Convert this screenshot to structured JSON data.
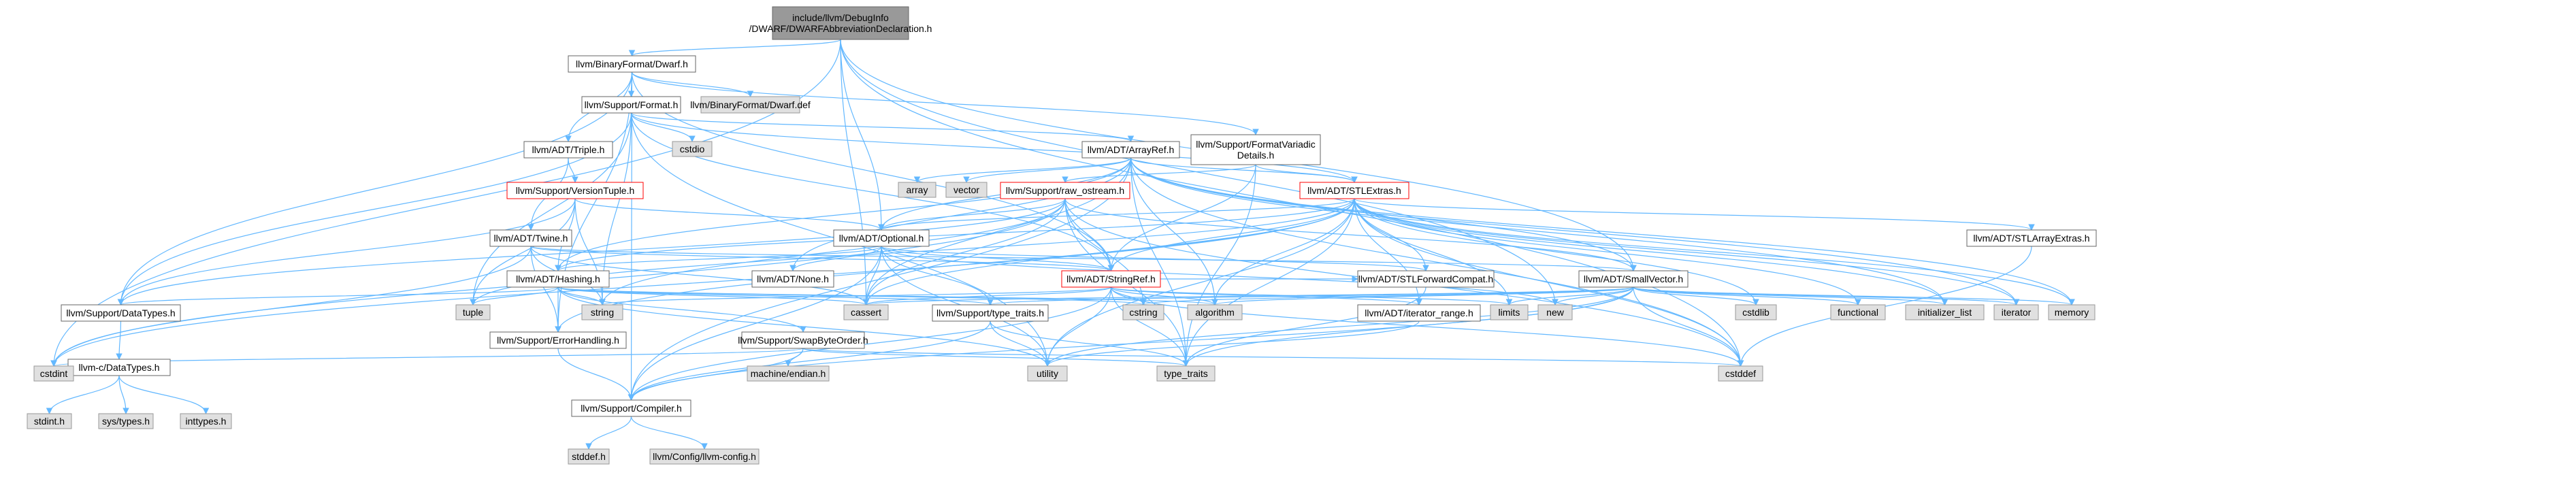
{
  "title": "include/llvm/DebugInfo/DWARF/DWARFAbbreviationDeclaration.h",
  "colors": {
    "root_fill": "#999999",
    "node_fill": "#ffffff",
    "node_border": "#666666",
    "highlight_border": "#ff0000",
    "external_fill": "#e0e0e0",
    "external_border": "#999999",
    "edge": "#63b8ff"
  },
  "nodes": [
    {
      "id": "root",
      "label": [
        "include/llvm/DebugInfo",
        "/DWARF/DWARFAbbreviationDeclaration.h"
      ],
      "kind": "root"
    },
    {
      "id": "dwarf",
      "label": [
        "llvm/BinaryFormat/Dwarf.h"
      ],
      "kind": "internal"
    },
    {
      "id": "format",
      "label": [
        "llvm/Support/Format.h"
      ],
      "kind": "internal"
    },
    {
      "id": "dwarfdef",
      "label": [
        "llvm/BinaryFormat/Dwarf.def"
      ],
      "kind": "external"
    },
    {
      "id": "cstdio",
      "label": [
        "cstdio"
      ],
      "kind": "external"
    },
    {
      "id": "triple",
      "label": [
        "llvm/ADT/Triple.h"
      ],
      "kind": "internal"
    },
    {
      "id": "arrayref",
      "label": [
        "llvm/ADT/ArrayRef.h"
      ],
      "kind": "internal"
    },
    {
      "id": "fmtvar",
      "label": [
        "llvm/Support/FormatVariadic",
        "Details.h"
      ],
      "kind": "internal"
    },
    {
      "id": "array",
      "label": [
        "array"
      ],
      "kind": "external"
    },
    {
      "id": "vector",
      "label": [
        "vector"
      ],
      "kind": "external"
    },
    {
      "id": "versiontuple",
      "label": [
        "llvm/Support/VersionTuple.h"
      ],
      "kind": "highlight"
    },
    {
      "id": "rawostream",
      "label": [
        "llvm/Support/raw_ostream.h"
      ],
      "kind": "highlight"
    },
    {
      "id": "stlextras",
      "label": [
        "llvm/ADT/STLExtras.h"
      ],
      "kind": "highlight"
    },
    {
      "id": "twine",
      "label": [
        "llvm/ADT/Twine.h"
      ],
      "kind": "internal"
    },
    {
      "id": "optional",
      "label": [
        "llvm/ADT/Optional.h"
      ],
      "kind": "internal"
    },
    {
      "id": "stlarrayextras",
      "label": [
        "llvm/ADT/STLArrayExtras.h"
      ],
      "kind": "internal"
    },
    {
      "id": "hashing",
      "label": [
        "llvm/ADT/Hashing.h"
      ],
      "kind": "internal"
    },
    {
      "id": "none",
      "label": [
        "llvm/ADT/None.h"
      ],
      "kind": "internal"
    },
    {
      "id": "stringref",
      "label": [
        "llvm/ADT/StringRef.h"
      ],
      "kind": "highlight"
    },
    {
      "id": "stlfwd",
      "label": [
        "llvm/ADT/STLForwardCompat.h"
      ],
      "kind": "internal"
    },
    {
      "id": "smallvector",
      "label": [
        "llvm/ADT/SmallVector.h"
      ],
      "kind": "internal"
    },
    {
      "id": "datatypes",
      "label": [
        "llvm/Support/DataTypes.h"
      ],
      "kind": "internal"
    },
    {
      "id": "tuple",
      "label": [
        "tuple"
      ],
      "kind": "external"
    },
    {
      "id": "errorhandling",
      "label": [
        "llvm/Support/ErrorHandling.h"
      ],
      "kind": "internal"
    },
    {
      "id": "string",
      "label": [
        "string"
      ],
      "kind": "external"
    },
    {
      "id": "swapbyte",
      "label": [
        "llvm/Support/SwapByteOrder.h"
      ],
      "kind": "internal"
    },
    {
      "id": "cassert",
      "label": [
        "cassert"
      ],
      "kind": "external"
    },
    {
      "id": "typetraitsllvm",
      "label": [
        "llvm/Support/type_traits.h"
      ],
      "kind": "internal"
    },
    {
      "id": "cstring",
      "label": [
        "cstring"
      ],
      "kind": "external"
    },
    {
      "id": "algorithm",
      "label": [
        "algorithm"
      ],
      "kind": "external"
    },
    {
      "id": "iterrange",
      "label": [
        "llvm/ADT/iterator_range.h"
      ],
      "kind": "internal"
    },
    {
      "id": "limits",
      "label": [
        "limits"
      ],
      "kind": "external"
    },
    {
      "id": "new",
      "label": [
        "new"
      ],
      "kind": "external"
    },
    {
      "id": "cstdlib",
      "label": [
        "cstdlib"
      ],
      "kind": "external"
    },
    {
      "id": "functional",
      "label": [
        "functional"
      ],
      "kind": "external"
    },
    {
      "id": "initlist",
      "label": [
        "initializer_list"
      ],
      "kind": "external"
    },
    {
      "id": "iterator",
      "label": [
        "iterator"
      ],
      "kind": "external"
    },
    {
      "id": "memory",
      "label": [
        "memory"
      ],
      "kind": "external"
    },
    {
      "id": "cdatatypes",
      "label": [
        "llvm-c/DataTypes.h"
      ],
      "kind": "internal"
    },
    {
      "id": "cstdint",
      "label": [
        "cstdint"
      ],
      "kind": "external"
    },
    {
      "id": "compiler",
      "label": [
        "llvm/Support/Compiler.h"
      ],
      "kind": "internal"
    },
    {
      "id": "machendian",
      "label": [
        "machine/endian.h"
      ],
      "kind": "external"
    },
    {
      "id": "utility",
      "label": [
        "utility"
      ],
      "kind": "external"
    },
    {
      "id": "typetraits",
      "label": [
        "type_traits"
      ],
      "kind": "external"
    },
    {
      "id": "cstddef",
      "label": [
        "cstddef"
      ],
      "kind": "external"
    },
    {
      "id": "stdinth",
      "label": [
        "stdint.h"
      ],
      "kind": "external"
    },
    {
      "id": "systypes",
      "label": [
        "sys/types.h"
      ],
      "kind": "external"
    },
    {
      "id": "inttypes",
      "label": [
        "inttypes.h"
      ],
      "kind": "external"
    },
    {
      "id": "stddef",
      "label": [
        "stddef.h"
      ],
      "kind": "external"
    },
    {
      "id": "llvmconfig",
      "label": [
        "llvm/Config/llvm-config.h"
      ],
      "kind": "external"
    }
  ],
  "edges": [
    [
      "root",
      "dwarf"
    ],
    [
      "root",
      "optional"
    ],
    [
      "root",
      "smallvector"
    ],
    [
      "root",
      "cassert"
    ],
    [
      "root",
      "cstddef"
    ],
    [
      "root",
      "cstdint"
    ],
    [
      "root",
      "new"
    ],
    [
      "dwarf",
      "format"
    ],
    [
      "dwarf",
      "dwarfdef"
    ],
    [
      "dwarf",
      "triple"
    ],
    [
      "dwarf",
      "fmtvar"
    ],
    [
      "dwarf",
      "datatypes"
    ],
    [
      "dwarf",
      "compiler"
    ],
    [
      "dwarf",
      "errorhandling"
    ],
    [
      "dwarf",
      "stringref"
    ],
    [
      "format",
      "cstdio"
    ],
    [
      "format",
      "arrayref"
    ],
    [
      "format",
      "stlextras"
    ],
    [
      "format",
      "stringref"
    ],
    [
      "format",
      "datatypes"
    ],
    [
      "format",
      "tuple"
    ],
    [
      "format",
      "utility"
    ],
    [
      "format",
      "string"
    ],
    [
      "triple",
      "versiontuple"
    ],
    [
      "triple",
      "twine"
    ],
    [
      "arrayref",
      "array"
    ],
    [
      "arrayref",
      "vector"
    ],
    [
      "arrayref",
      "hashing"
    ],
    [
      "arrayref",
      "none"
    ],
    [
      "arrayref",
      "smallvector"
    ],
    [
      "arrayref",
      "stlextras"
    ],
    [
      "arrayref",
      "compiler"
    ],
    [
      "arrayref",
      "algorithm"
    ],
    [
      "arrayref",
      "cassert"
    ],
    [
      "arrayref",
      "cstddef"
    ],
    [
      "arrayref",
      "initlist"
    ],
    [
      "arrayref",
      "iterator"
    ],
    [
      "arrayref",
      "memory"
    ],
    [
      "arrayref",
      "typetraits"
    ],
    [
      "arrayref",
      "optional"
    ],
    [
      "fmtvar",
      "stlextras"
    ],
    [
      "fmtvar",
      "stringref"
    ],
    [
      "fmtvar",
      "rawostream"
    ],
    [
      "fmtvar",
      "typetraits"
    ],
    [
      "versiontuple",
      "hashing"
    ],
    [
      "versiontuple",
      "optional"
    ],
    [
      "versiontuple",
      "datatypes"
    ],
    [
      "versiontuple",
      "tuple"
    ],
    [
      "versiontuple",
      "string"
    ],
    [
      "rawostream",
      "stringref"
    ],
    [
      "rawostream",
      "datatypes"
    ],
    [
      "rawostream",
      "cassert"
    ],
    [
      "rawostream",
      "cstddef"
    ],
    [
      "rawostream",
      "cstdint"
    ],
    [
      "rawostream",
      "cstring"
    ],
    [
      "rawostream",
      "string"
    ],
    [
      "rawostream",
      "typetraits"
    ],
    [
      "rawostream",
      "optional"
    ],
    [
      "rawostream",
      "smallvector"
    ],
    [
      "stlextras",
      "optional"
    ],
    [
      "stlextras",
      "stlarrayextras"
    ],
    [
      "stlextras",
      "stlfwd"
    ],
    [
      "stlextras",
      "iterrange"
    ],
    [
      "stlextras",
      "hashing"
    ],
    [
      "stlextras",
      "errorhandling"
    ],
    [
      "stlextras",
      "stringref"
    ],
    [
      "stlextras",
      "algorithm"
    ],
    [
      "stlextras",
      "cassert"
    ],
    [
      "stlextras",
      "cstddef"
    ],
    [
      "stlextras",
      "cstdint"
    ],
    [
      "stlextras",
      "cstdlib"
    ],
    [
      "stlextras",
      "functional"
    ],
    [
      "stlextras",
      "initlist"
    ],
    [
      "stlextras",
      "iterator"
    ],
    [
      "stlextras",
      "limits"
    ],
    [
      "stlextras",
      "memory"
    ],
    [
      "stlextras",
      "tuple"
    ],
    [
      "stlextras",
      "typetraits"
    ],
    [
      "stlextras",
      "utility"
    ],
    [
      "twine",
      "smallvector"
    ],
    [
      "twine",
      "stringref"
    ],
    [
      "twine",
      "errorhandling"
    ],
    [
      "twine",
      "cassert"
    ],
    [
      "twine",
      "cstdint"
    ],
    [
      "twine",
      "string"
    ],
    [
      "optional",
      "hashing"
    ],
    [
      "optional",
      "none"
    ],
    [
      "optional",
      "stlfwd"
    ],
    [
      "optional",
      "compiler"
    ],
    [
      "optional",
      "typetraitsllvm"
    ],
    [
      "optional",
      "cassert"
    ],
    [
      "optional",
      "new"
    ],
    [
      "optional",
      "utility"
    ],
    [
      "optional",
      "stringref"
    ],
    [
      "stlarrayextras",
      "cstddef"
    ],
    [
      "hashing",
      "datatypes"
    ],
    [
      "hashing",
      "errorhandling"
    ],
    [
      "hashing",
      "swapbyte"
    ],
    [
      "hashing",
      "typetraitsllvm"
    ],
    [
      "hashing",
      "algorithm"
    ],
    [
      "hashing",
      "cassert"
    ],
    [
      "hashing",
      "cstring"
    ],
    [
      "hashing",
      "string"
    ],
    [
      "hashing",
      "tuple"
    ],
    [
      "hashing",
      "utility"
    ],
    [
      "stringref",
      "stlfwd"
    ],
    [
      "stringref",
      "iterrange"
    ],
    [
      "stringref",
      "compiler"
    ],
    [
      "stringref",
      "algorithm"
    ],
    [
      "stringref",
      "cassert"
    ],
    [
      "stringref",
      "cstddef"
    ],
    [
      "stringref",
      "cstring"
    ],
    [
      "stringref",
      "limits"
    ],
    [
      "stringref",
      "string"
    ],
    [
      "stringref",
      "typetraits"
    ],
    [
      "stringref",
      "utility"
    ],
    [
      "stlfwd",
      "typetraits"
    ],
    [
      "smallvector",
      "compiler"
    ],
    [
      "smallvector",
      "typetraitsllvm"
    ],
    [
      "smallvector",
      "algorithm"
    ],
    [
      "smallvector",
      "cassert"
    ],
    [
      "smallvector",
      "cstddef"
    ],
    [
      "smallvector",
      "cstdlib"
    ],
    [
      "smallvector",
      "cstring"
    ],
    [
      "smallvector",
      "functional"
    ],
    [
      "smallvector",
      "initlist"
    ],
    [
      "smallvector",
      "iterator"
    ],
    [
      "smallvector",
      "limits"
    ],
    [
      "smallvector",
      "memory"
    ],
    [
      "smallvector",
      "new"
    ],
    [
      "smallvector",
      "typetraits"
    ],
    [
      "smallvector",
      "utility"
    ],
    [
      "datatypes",
      "cdatatypes"
    ],
    [
      "cdatatypes",
      "stdinth"
    ],
    [
      "cdatatypes",
      "systypes"
    ],
    [
      "cdatatypes",
      "inttypes"
    ],
    [
      "errorhandling",
      "compiler"
    ],
    [
      "swapbyte",
      "compiler"
    ],
    [
      "swapbyte",
      "cstddef"
    ],
    [
      "swapbyte",
      "cstdint"
    ],
    [
      "swapbyte",
      "typetraits"
    ],
    [
      "swapbyte",
      "machendian"
    ],
    [
      "typetraitsllvm",
      "compiler"
    ],
    [
      "typetraitsllvm",
      "typetraits"
    ],
    [
      "typetraitsllvm",
      "utility"
    ],
    [
      "iterrange",
      "utility"
    ],
    [
      "compiler",
      "stddef"
    ],
    [
      "compiler",
      "llvmconfig"
    ]
  ]
}
